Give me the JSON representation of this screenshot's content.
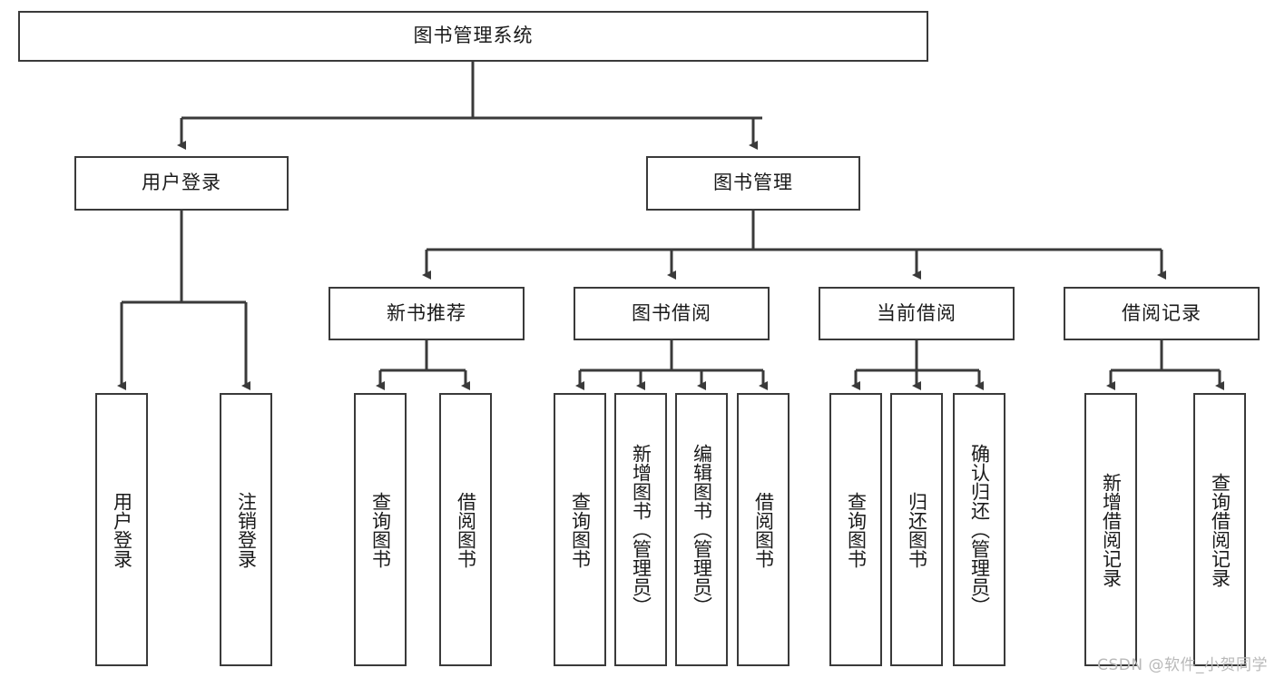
{
  "diagram": {
    "type": "tree-hierarchy",
    "title": "图书管理系统",
    "watermark": "CSDN @软件_小贺同学",
    "colors": {
      "stroke": "#3a3a3a",
      "fill": "#ffffff",
      "text": "#1a1a1a",
      "watermark": "#b9b9b9"
    },
    "levels": {
      "root": {
        "label": "图书管理系统"
      },
      "level2": [
        {
          "label": "用户登录"
        },
        {
          "label": "图书管理"
        }
      ],
      "level3": [
        {
          "label": "新书推荐"
        },
        {
          "label": "图书借阅"
        },
        {
          "label": "当前借阅"
        },
        {
          "label": "借阅记录"
        }
      ],
      "leaves": {
        "user_login": [
          {
            "label": "用户登录"
          },
          {
            "label": "注销登录"
          }
        ],
        "new_book": [
          {
            "label": "查询图书"
          },
          {
            "label": "借阅图书"
          }
        ],
        "book_borrow": [
          {
            "label": "查询图书"
          },
          {
            "label": "新增图书（管理员）"
          },
          {
            "label": "编辑图书（管理员）"
          },
          {
            "label": "借阅图书"
          }
        ],
        "current_borrow": [
          {
            "label": "查询图书"
          },
          {
            "label": "归还图书"
          },
          {
            "label": "确认归还（管理员）"
          }
        ],
        "borrow_record": [
          {
            "label": "新增借阅记录"
          },
          {
            "label": "查询借阅记录"
          }
        ]
      }
    }
  }
}
